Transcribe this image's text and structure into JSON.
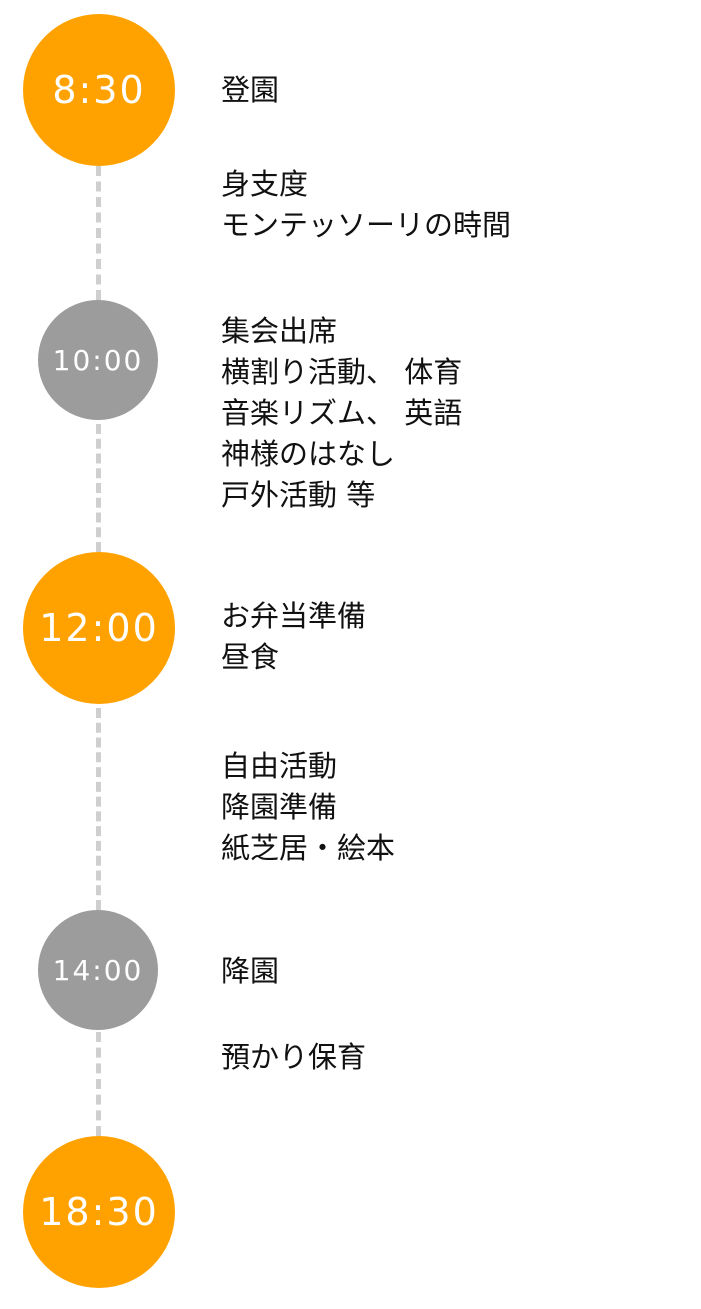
{
  "schedule": {
    "times": [
      "8:30",
      "10:00",
      "12:00",
      "14:00",
      "18:30"
    ],
    "activities": {
      "arrival": [
        "登園"
      ],
      "morning": [
        "身支度",
        "モンテッソーリの時間"
      ],
      "assembly": [
        "集会出席",
        "横割り活動、 体育",
        "音楽リズム、 英語",
        "神様のはなし",
        "戸外活動 等"
      ],
      "lunch": [
        "お弁当準備",
        "昼食"
      ],
      "afternoon": [
        "自由活動",
        "降園準備",
        "紙芝居・絵本"
      ],
      "departure": [
        "降園"
      ],
      "extended_care": [
        "預かり保育"
      ]
    }
  },
  "colors": {
    "accent": "#ffa200",
    "secondary": "#9c9c9c",
    "connector": "#cfcfcf",
    "text": "#111111"
  }
}
